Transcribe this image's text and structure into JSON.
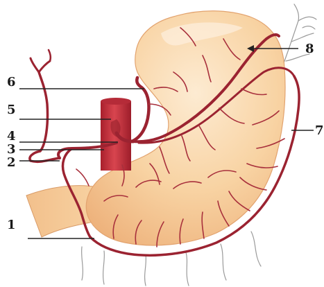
{
  "labels": [
    {
      "id": "1",
      "text": "1"
    },
    {
      "id": "2",
      "text": "2"
    },
    {
      "id": "3",
      "text": "3"
    },
    {
      "id": "4",
      "text": "4"
    },
    {
      "id": "5",
      "text": "5"
    },
    {
      "id": "6",
      "text": "6"
    },
    {
      "id": "7",
      "text": "7"
    },
    {
      "id": "8",
      "text": "8"
    }
  ],
  "colors": {
    "stomach_fill": "#f8d6a8",
    "stomach_light": "#fce9cf",
    "stomach_shade": "#eab27e",
    "artery": "#9b2331",
    "aorta": "#c8323e",
    "aorta_dark": "#8f1d28",
    "pointer_lines": "#222222",
    "vessel_gray": "#9a9a9a"
  },
  "icons": {
    "arrow_on_label_8": "arrow-left-icon"
  }
}
